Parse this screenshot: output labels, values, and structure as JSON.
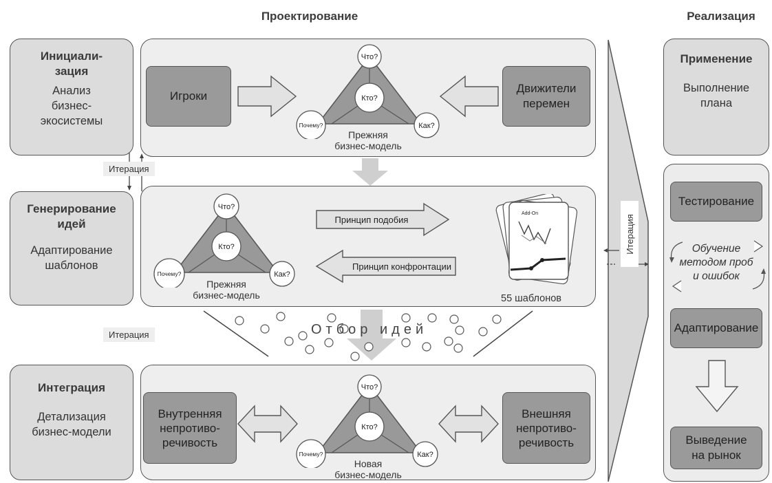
{
  "columns": {
    "design": "Проектирование",
    "realization": "Реализация"
  },
  "stages": {
    "init": {
      "title": "Инициали-\nзация",
      "subtitle": "Анализ\nбизнес-\nэкосистемы"
    },
    "ideas": {
      "title": "Генерирование\nидей",
      "subtitle": "Адаптирование\nшаблонов"
    },
    "integration": {
      "title": "Интеграция",
      "subtitle": "Детализация\nбизнес-модели"
    },
    "apply": {
      "title": "Применение",
      "subtitle": "Выполнение\nплана"
    }
  },
  "row1": {
    "left_box": "Игроки",
    "right_box": "Движители\nперемен",
    "model_label": "Прежняя\nбизнес-модель"
  },
  "row2": {
    "arrow_right": "Принцип подобия",
    "arrow_left": "Принцип конфронтации",
    "model_label": "Прежняя\nбизнес-модель",
    "cards_label": "55 шаблонов",
    "card_text": "Add-On"
  },
  "row3": {
    "left_box": "Внутренняя\nнепротиво-\nречивость",
    "right_box": "Внешняя\nнепротиво-\nречивость",
    "model_label": "Новая\nбизнес-модель"
  },
  "triangle": {
    "what": "Что?",
    "who": "Кто?",
    "why": "Почему?",
    "how": "Как?"
  },
  "filter_label": "Отбор идей",
  "iteration": {
    "label1": "Итерация",
    "label2": "Итерация",
    "label3": "Итерация"
  },
  "realization": {
    "testing": "Тестирование",
    "learning": "Обучение\nметодом проб\nи ошибок",
    "adapting": "Адаптирование",
    "launch": "Выведение\nна рынок"
  }
}
